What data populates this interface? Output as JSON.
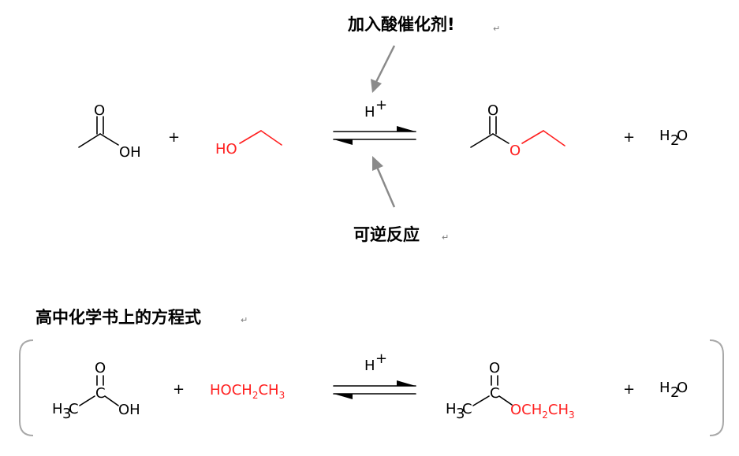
{
  "colors": {
    "reagent": "#ff2020",
    "text": "#000000",
    "arrow": "#8a8a8a"
  },
  "top": {
    "catalyst_note": "加入酸催化剂!",
    "reversible_note": "可逆反应",
    "catalyst": {
      "base": "H",
      "sup": "+"
    },
    "acid_oh": "OH",
    "acid_o": "O",
    "plus1": "+",
    "alcohol_ho": "HO",
    "ester_o_carbonyl": "O",
    "ester_o_ether": "O",
    "plus2": "+",
    "water": {
      "h": "H",
      "sub": "2",
      "o": "O"
    }
  },
  "textbook": {
    "heading": "高中化学书上的方程式",
    "catalyst": {
      "base": "H",
      "sup": "+"
    },
    "acid": {
      "o": "O",
      "c": "C",
      "h3c_h": "H",
      "h3c_sub": "3",
      "h3c_c": "C",
      "oh": "OH"
    },
    "plus1": "+",
    "alcohol": {
      "p1": "HOCH",
      "s1": "2",
      "p2": "CH",
      "s2": "3"
    },
    "ester": {
      "o": "O",
      "c": "C",
      "h3c_h": "H",
      "h3c_sub": "3",
      "h3c_c": "C",
      "r1": "OCH",
      "rs1": "2",
      "r2": "CH",
      "rs2": "3"
    },
    "plus2": "+",
    "water": {
      "h": "H",
      "sub": "2",
      "o": "O"
    }
  },
  "return_mark": "↵"
}
